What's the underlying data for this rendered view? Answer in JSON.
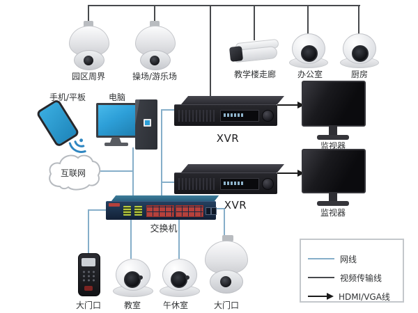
{
  "top_cameras": [
    {
      "label": "园区周界",
      "type": "ptz-dome-camera"
    },
    {
      "label": "操场/游乐场",
      "type": "ptz-dome-camera"
    },
    {
      "label": "教学楼走廊",
      "type": "bullet-camera"
    },
    {
      "label": "办公室",
      "type": "turret-camera"
    },
    {
      "label": "厨房",
      "type": "turret-camera"
    }
  ],
  "left": {
    "phone_label": "手机/平板",
    "computer_label": "电脑",
    "internet_label": "互联网"
  },
  "recorders": [
    {
      "label": "XVR"
    },
    {
      "label": "XVR"
    }
  ],
  "monitors": [
    {
      "label": "监视器"
    },
    {
      "label": "监视器"
    }
  ],
  "switch_label": "交换机",
  "bottom_devices": [
    {
      "label": "大门口",
      "type": "access-control"
    },
    {
      "label": "教室",
      "type": "turret-camera"
    },
    {
      "label": "午休室",
      "type": "turret-camera"
    },
    {
      "label": "大门口",
      "type": "ptz-dome-camera"
    }
  ],
  "legend": {
    "items": [
      {
        "label": "网线",
        "style": "network-line"
      },
      {
        "label": "视频传输线",
        "style": "video-line"
      },
      {
        "label": "HDMI/VGA线",
        "style": "arrow-line"
      }
    ]
  },
  "colors": {
    "network_line": "#85aec9",
    "video_line": "#47494c",
    "hdmi_line": "#1a1a1a",
    "brand_blue": "#2d9fd8"
  }
}
